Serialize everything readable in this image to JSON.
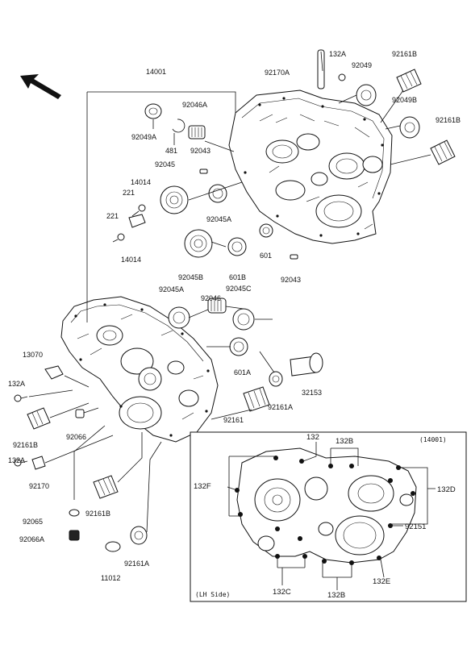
{
  "labels": {
    "l14001": "14001",
    "l92170A": "92170A",
    "l132A_top": "132A",
    "l92049": "92049",
    "l92161B_top": "92161B",
    "l92049B": "92049B",
    "l92161B_right": "92161B",
    "l92049A": "92049A",
    "l92046A": "92046A",
    "l481": "481",
    "l92043_top": "92043",
    "l92045": "92045",
    "l14014_top": "14014",
    "l221_top": "221",
    "l221_left": "221",
    "l14014_bot": "14014",
    "l92045A_mid": "92045A",
    "l601": "601",
    "l601B": "601B",
    "l92045B": "92045B",
    "l92043_mid": "92043",
    "l92045A_low": "92045A",
    "l92045C": "92045C",
    "l92046": "92046",
    "l13070": "13070",
    "l132A_left": "132A",
    "l601A": "601A",
    "l32153": "32153",
    "l92161A_mid": "92161A",
    "l92161": "92161",
    "l92161B_left": "92161B",
    "l92066": "92066",
    "l132A_low": "132A",
    "l92170": "92170",
    "l92161B_low": "92161B",
    "l92065": "92065",
    "l92066A": "92066A",
    "l92161A_low": "92161A",
    "l11012": "11012"
  },
  "inset": {
    "title": "(14001)",
    "side": "(LH Side)",
    "l132": "132",
    "l132B_top": "132B",
    "l132F": "132F",
    "l132D": "132D",
    "l92151": "92151",
    "l132E": "132E",
    "l132C": "132C",
    "l132B_bot": "132B"
  },
  "icons": [
    "front-direction-arrow-icon"
  ]
}
